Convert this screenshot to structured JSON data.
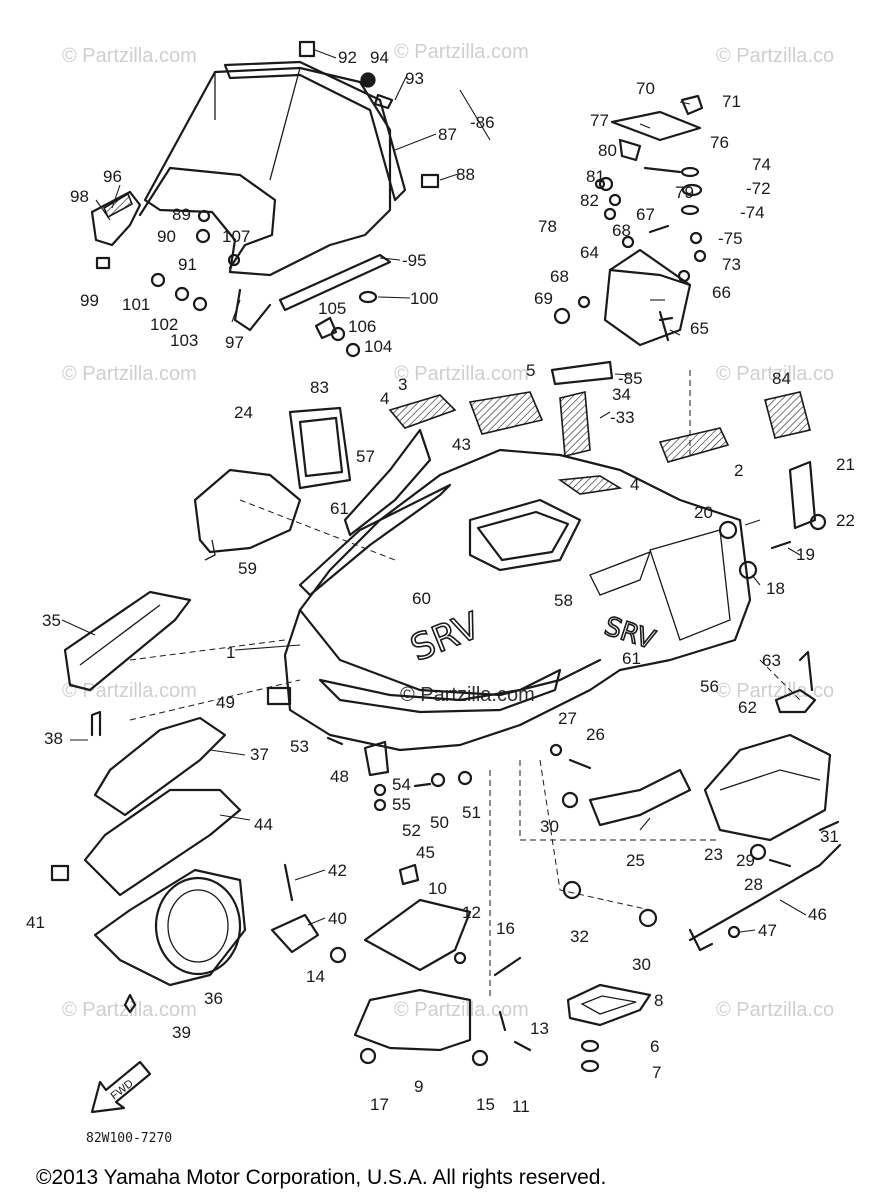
{
  "watermark_text": "© Partzilla.com",
  "watermark_text_short": "© Partzilla.co",
  "center_watermark": "© Partzilla.com",
  "diagram_code": "82W100-7270",
  "copyright": "©2013  Yamaha Motor Corporation, U.S.A. All rights reserved.",
  "fwd_label": "FWD",
  "decal_text": "SRV",
  "callouts": [
    {
      "id": "92",
      "text": "92"
    },
    {
      "id": "94",
      "text": "94"
    },
    {
      "id": "93",
      "text": "93"
    },
    {
      "id": "87",
      "text": "87"
    },
    {
      "id": "86",
      "text": "-86"
    },
    {
      "id": "88",
      "text": "88"
    },
    {
      "id": "96",
      "text": "96"
    },
    {
      "id": "98",
      "text": "98"
    },
    {
      "id": "89",
      "text": "89"
    },
    {
      "id": "90",
      "text": "90"
    },
    {
      "id": "107",
      "text": "107"
    },
    {
      "id": "91",
      "text": "91"
    },
    {
      "id": "95",
      "text": "-95"
    },
    {
      "id": "99",
      "text": "99"
    },
    {
      "id": "101",
      "text": "101"
    },
    {
      "id": "102",
      "text": "102"
    },
    {
      "id": "103",
      "text": "103"
    },
    {
      "id": "97",
      "text": "97"
    },
    {
      "id": "105",
      "text": "105"
    },
    {
      "id": "106",
      "text": "106"
    },
    {
      "id": "104",
      "text": "104"
    },
    {
      "id": "100",
      "text": "100"
    },
    {
      "id": "70",
      "text": "70"
    },
    {
      "id": "71",
      "text": "71"
    },
    {
      "id": "77",
      "text": "77"
    },
    {
      "id": "76",
      "text": "76"
    },
    {
      "id": "80",
      "text": "80"
    },
    {
      "id": "74a",
      "text": "74"
    },
    {
      "id": "81",
      "text": "81"
    },
    {
      "id": "72",
      "text": "-72"
    },
    {
      "id": "82",
      "text": "82"
    },
    {
      "id": "79",
      "text": "79"
    },
    {
      "id": "74b",
      "text": "-74"
    },
    {
      "id": "78",
      "text": "78"
    },
    {
      "id": "67",
      "text": "67"
    },
    {
      "id": "75",
      "text": "-75"
    },
    {
      "id": "68a",
      "text": "68"
    },
    {
      "id": "73",
      "text": "73"
    },
    {
      "id": "64",
      "text": "64"
    },
    {
      "id": "68b",
      "text": "68"
    },
    {
      "id": "66",
      "text": "66"
    },
    {
      "id": "69",
      "text": "69"
    },
    {
      "id": "65",
      "text": "65"
    },
    {
      "id": "83",
      "text": "83"
    },
    {
      "id": "3",
      "text": "3"
    },
    {
      "id": "5",
      "text": "5"
    },
    {
      "id": "85",
      "text": "-85"
    },
    {
      "id": "84",
      "text": "84"
    },
    {
      "id": "24",
      "text": "24"
    },
    {
      "id": "4a",
      "text": "4"
    },
    {
      "id": "34",
      "text": "34"
    },
    {
      "id": "33",
      "text": "-33"
    },
    {
      "id": "57",
      "text": "57"
    },
    {
      "id": "43",
      "text": "43"
    },
    {
      "id": "2",
      "text": "2"
    },
    {
      "id": "21",
      "text": "21"
    },
    {
      "id": "4b",
      "text": "4"
    },
    {
      "id": "61a",
      "text": "61"
    },
    {
      "id": "20",
      "text": "20"
    },
    {
      "id": "22",
      "text": "22"
    },
    {
      "id": "19",
      "text": "19"
    },
    {
      "id": "59",
      "text": "59"
    },
    {
      "id": "18",
      "text": "18"
    },
    {
      "id": "35",
      "text": "35"
    },
    {
      "id": "60",
      "text": "60"
    },
    {
      "id": "58",
      "text": "58"
    },
    {
      "id": "1",
      "text": "1"
    },
    {
      "id": "61b",
      "text": "61"
    },
    {
      "id": "56",
      "text": "56"
    },
    {
      "id": "63",
      "text": "63"
    },
    {
      "id": "49",
      "text": "49"
    },
    {
      "id": "62",
      "text": "62"
    },
    {
      "id": "27",
      "text": "27"
    },
    {
      "id": "38",
      "text": "38"
    },
    {
      "id": "37",
      "text": "37"
    },
    {
      "id": "53",
      "text": "53"
    },
    {
      "id": "26",
      "text": "26"
    },
    {
      "id": "48",
      "text": "48"
    },
    {
      "id": "54",
      "text": "54"
    },
    {
      "id": "55",
      "text": "55"
    },
    {
      "id": "51",
      "text": "51"
    },
    {
      "id": "50",
      "text": "50"
    },
    {
      "id": "52",
      "text": "52"
    },
    {
      "id": "30a",
      "text": "30"
    },
    {
      "id": "31",
      "text": "31"
    },
    {
      "id": "44",
      "text": "44"
    },
    {
      "id": "25",
      "text": "25"
    },
    {
      "id": "23",
      "text": "23"
    },
    {
      "id": "29",
      "text": "29"
    },
    {
      "id": "28",
      "text": "28"
    },
    {
      "id": "45",
      "text": "45"
    },
    {
      "id": "42",
      "text": "42"
    },
    {
      "id": "10",
      "text": "10"
    },
    {
      "id": "46",
      "text": "46"
    },
    {
      "id": "41",
      "text": "41"
    },
    {
      "id": "40",
      "text": "40"
    },
    {
      "id": "12",
      "text": "12"
    },
    {
      "id": "16",
      "text": "16"
    },
    {
      "id": "32",
      "text": "32"
    },
    {
      "id": "47",
      "text": "47"
    },
    {
      "id": "14",
      "text": "14"
    },
    {
      "id": "30b",
      "text": "30"
    },
    {
      "id": "36",
      "text": "36"
    },
    {
      "id": "8",
      "text": "8"
    },
    {
      "id": "39",
      "text": "39"
    },
    {
      "id": "13",
      "text": "13"
    },
    {
      "id": "6",
      "text": "6"
    },
    {
      "id": "7",
      "text": "7"
    },
    {
      "id": "17",
      "text": "17"
    },
    {
      "id": "9",
      "text": "9"
    },
    {
      "id": "15",
      "text": "15"
    },
    {
      "id": "11",
      "text": "11"
    }
  ]
}
